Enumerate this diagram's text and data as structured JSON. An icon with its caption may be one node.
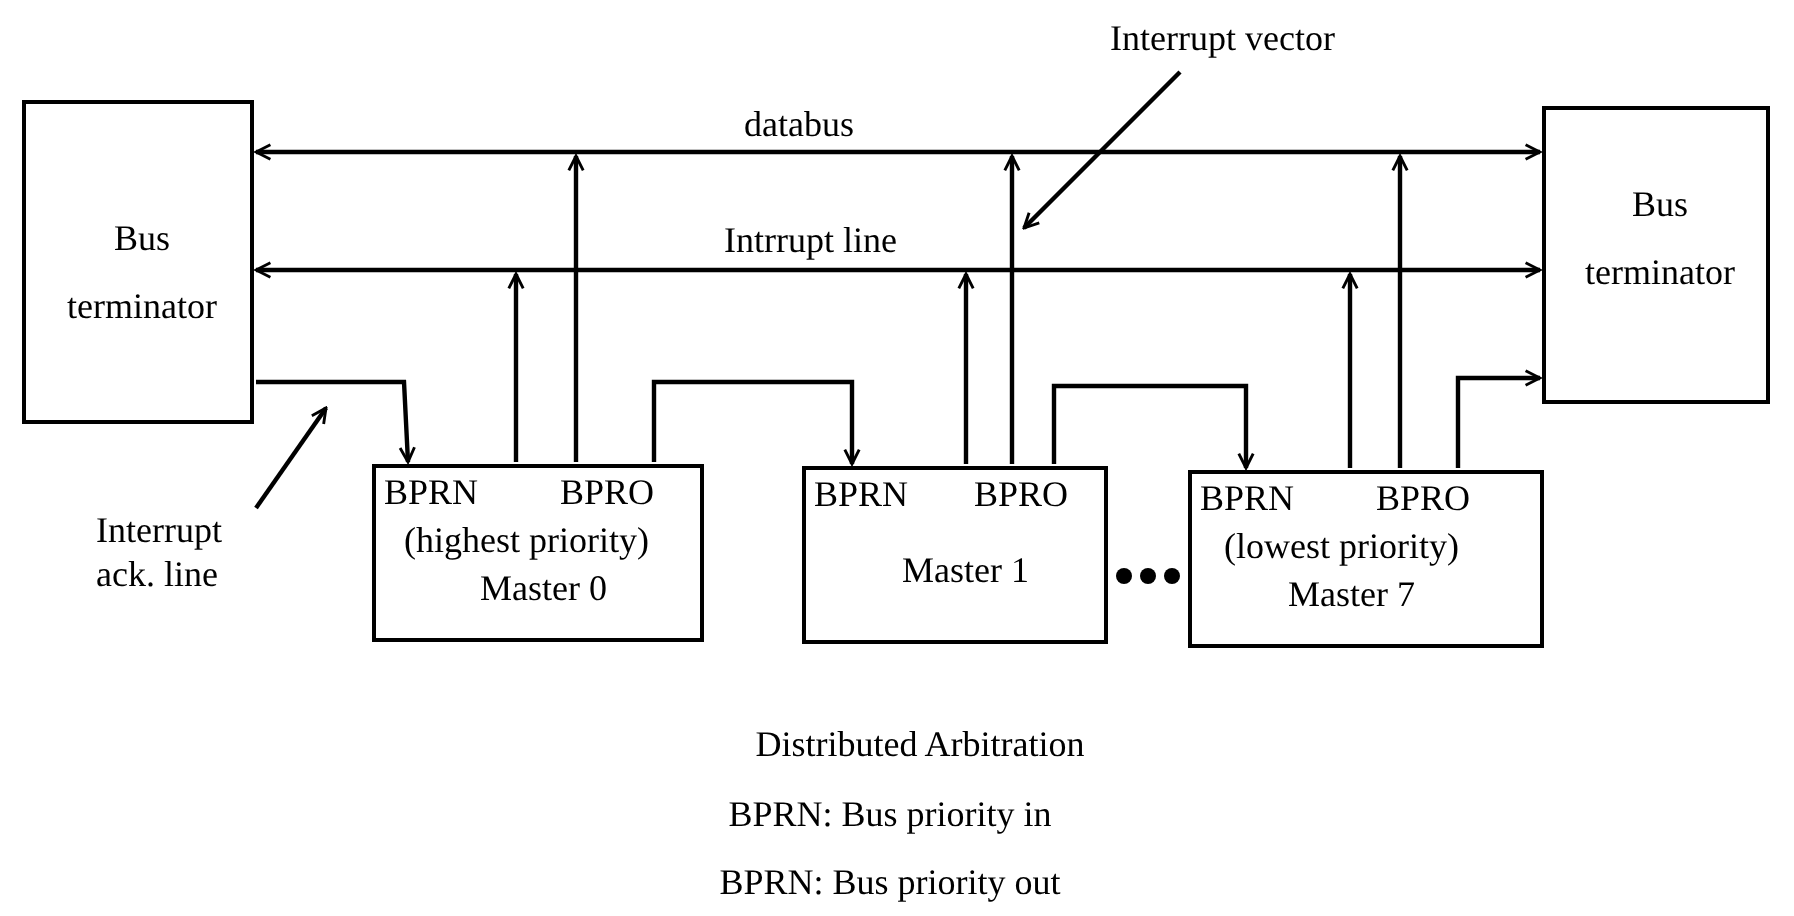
{
  "diagram": {
    "nodes": [
      {
        "text": [
          "Bus terminator"
        ]
      },
      {
        "text": [
          "Interrupt vector"
        ]
      },
      {
        "text": [
          "Bus terminator"
        ]
      },
      {
        "text": [
          "Interrupt ack. line"
        ]
      },
      {
        "text": [
          "BPRN",
          "BPRO",
          "(highest priority)",
          "Master 0"
        ]
      },
      {
        "text": [
          "BPRN",
          "BPRO",
          "Master 1"
        ]
      },
      {
        "text": [
          "BPRN",
          "BPRO",
          "(lowest priority)",
          "Master 7"
        ]
      }
    ],
    "edges": [
      {
        "from": 0,
        "to": 2,
        "arrow": "both",
        "label": "databus"
      },
      {
        "from": 0,
        "to": 2,
        "arrow": "both",
        "label": "Intrrupt line"
      },
      {
        "from": 4,
        "to": null,
        "arrow": "to"
      },
      {
        "from": 4,
        "to": null,
        "arrow": "to"
      },
      {
        "from": 0,
        "to": 4,
        "arrow": "to"
      },
      {
        "from": 4,
        "to": 5,
        "arrow": "to"
      },
      {
        "from": 5,
        "to": null,
        "arrow": "to"
      },
      {
        "from": 5,
        "to": null,
        "arrow": "to"
      },
      {
        "from": 5,
        "to": 6,
        "arrow": "to"
      },
      {
        "from": 6,
        "to": null,
        "arrow": "to"
      },
      {
        "from": 6,
        "to": null,
        "arrow": "to"
      },
      {
        "from": 6,
        "to": 2,
        "arrow": "to"
      },
      {
        "from": 3,
        "to": null,
        "arrow": "to"
      },
      {
        "from": 1,
        "to": null,
        "arrow": "to"
      }
    ],
    "labels": [
      "Distributed Arbitration",
      "BPRN: Bus priority in",
      "BPRN: Bus priority out"
    ]
  }
}
